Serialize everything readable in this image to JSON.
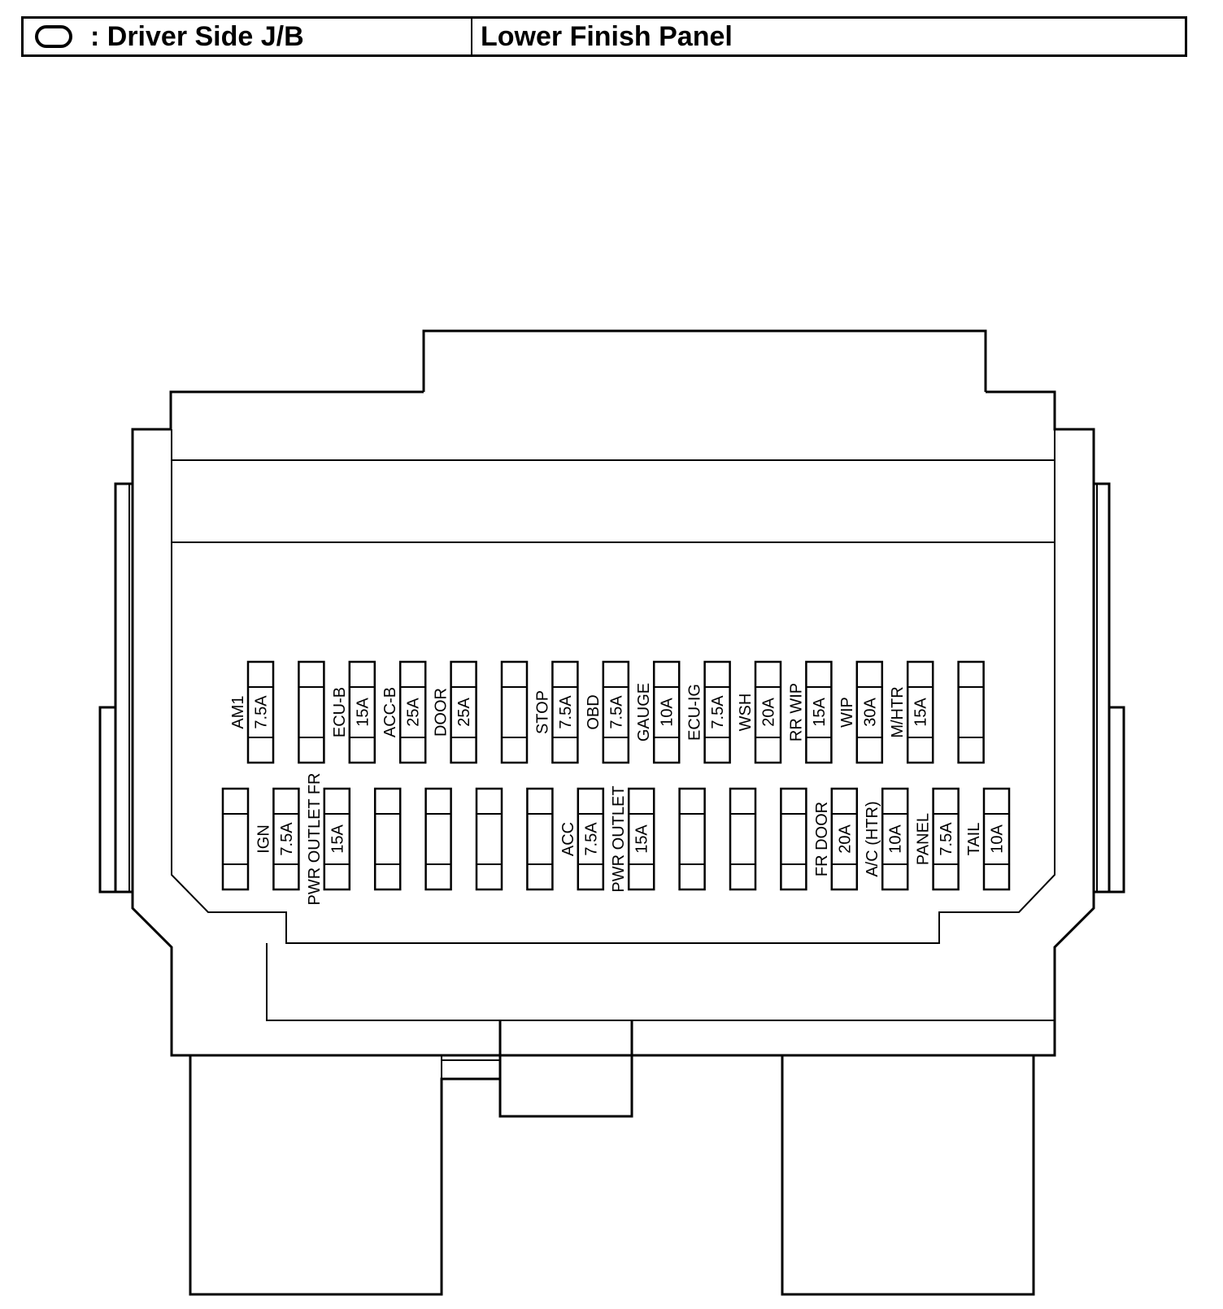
{
  "header": {
    "symbol": "oval-icon",
    "location": ": Driver Side J/B",
    "panel": "Lower Finish Panel"
  },
  "fuses_top": [
    {
      "name": "AM1",
      "rating": "7.5A"
    },
    {
      "name": "",
      "rating": ""
    },
    {
      "name": "ECU-B",
      "rating": "15A"
    },
    {
      "name": "ACC-B",
      "rating": "25A"
    },
    {
      "name": "DOOR",
      "rating": "25A"
    },
    {
      "name": "",
      "rating": ""
    },
    {
      "name": "STOP",
      "rating": "7.5A"
    },
    {
      "name": "OBD",
      "rating": "7.5A"
    },
    {
      "name": "GAUGE",
      "rating": "10A"
    },
    {
      "name": "ECU-IG",
      "rating": "7.5A"
    },
    {
      "name": "WSH",
      "rating": "20A"
    },
    {
      "name": "RR WIP",
      "rating": "15A"
    },
    {
      "name": "WIP",
      "rating": "30A"
    },
    {
      "name": "M/HTR",
      "rating": "15A"
    },
    {
      "name": "",
      "rating": ""
    }
  ],
  "fuses_bottom": [
    {
      "name": "",
      "rating": ""
    },
    {
      "name": "IGN",
      "rating": "7.5A"
    },
    {
      "name": "PWR OUTLET FR",
      "rating": "15A"
    },
    {
      "name": "",
      "rating": ""
    },
    {
      "name": "",
      "rating": ""
    },
    {
      "name": "",
      "rating": ""
    },
    {
      "name": "",
      "rating": ""
    },
    {
      "name": "ACC",
      "rating": "7.5A"
    },
    {
      "name": "PWR OUTLET",
      "rating": "15A"
    },
    {
      "name": "",
      "rating": ""
    },
    {
      "name": "",
      "rating": ""
    },
    {
      "name": "",
      "rating": ""
    },
    {
      "name": "FR DOOR",
      "rating": "20A"
    },
    {
      "name": "A/C (HTR)",
      "rating": "10A"
    },
    {
      "name": "PANEL",
      "rating": "7.5A"
    },
    {
      "name": "TAIL",
      "rating": "10A"
    }
  ]
}
